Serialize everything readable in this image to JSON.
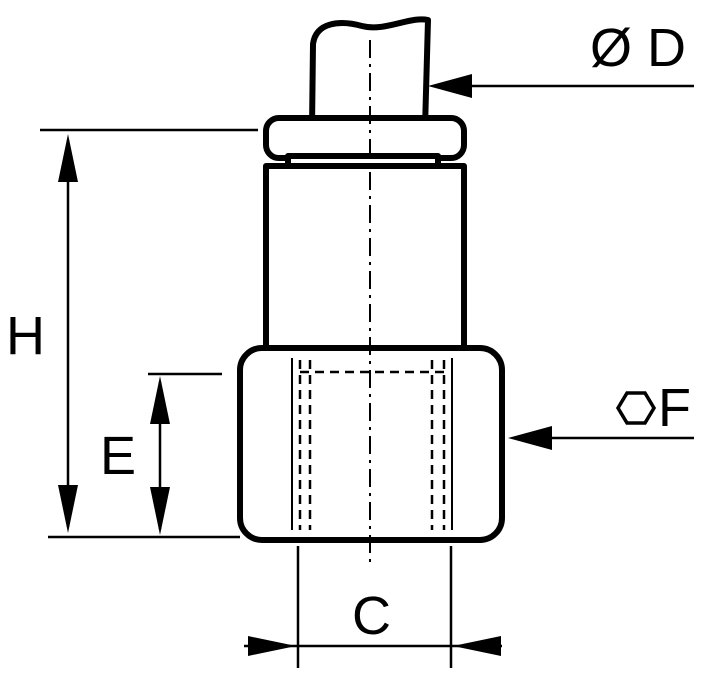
{
  "labels": {
    "dim_d": "Ø D",
    "dim_h": "H",
    "dim_e": "E",
    "dim_f": "F",
    "dim_c": "C"
  },
  "icons": {
    "hexagon": "hexagon-icon"
  }
}
